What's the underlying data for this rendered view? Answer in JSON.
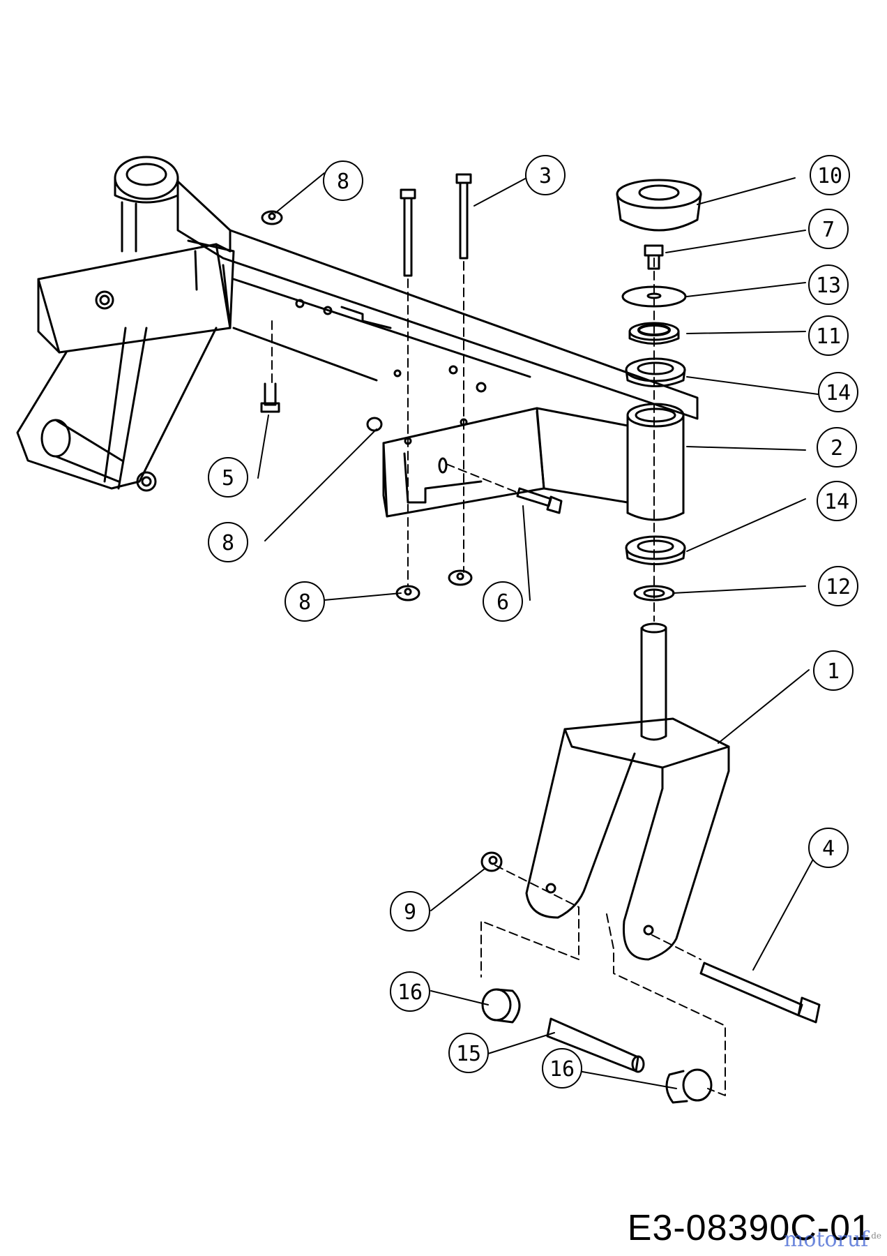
{
  "drawing_code": "E3-08390C-01",
  "watermark": "motoruf",
  "watermark_suffix": ".de",
  "callouts": [
    {
      "id": "c8a",
      "label": "8"
    },
    {
      "id": "c3",
      "label": "3"
    },
    {
      "id": "c10",
      "label": "10"
    },
    {
      "id": "c7",
      "label": "7"
    },
    {
      "id": "c13",
      "label": "13"
    },
    {
      "id": "c11",
      "label": "11"
    },
    {
      "id": "c14a",
      "label": "14"
    },
    {
      "id": "c2",
      "label": "2"
    },
    {
      "id": "c5",
      "label": "5"
    },
    {
      "id": "c14b",
      "label": "14"
    },
    {
      "id": "c8b",
      "label": "8"
    },
    {
      "id": "c12",
      "label": "12"
    },
    {
      "id": "c8c",
      "label": "8"
    },
    {
      "id": "c6",
      "label": "6"
    },
    {
      "id": "c1",
      "label": "1"
    },
    {
      "id": "c4",
      "label": "4"
    },
    {
      "id": "c9",
      "label": "9"
    },
    {
      "id": "c16a",
      "label": "16"
    },
    {
      "id": "c15",
      "label": "15"
    },
    {
      "id": "c16b",
      "label": "16"
    }
  ]
}
